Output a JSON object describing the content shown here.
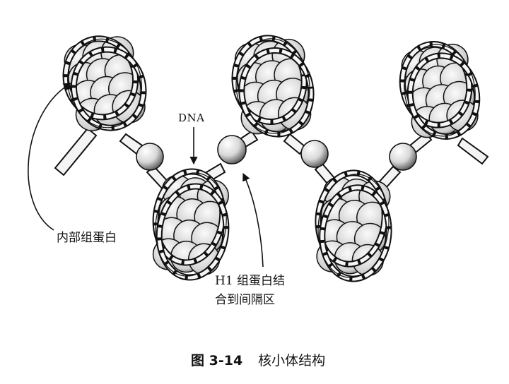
{
  "labels": {
    "dna": "DNA",
    "core_histone": "内部组蛋白",
    "h1_line1": "H1 组蛋白结",
    "h1_line2": "合到间隔区"
  },
  "caption": {
    "figure_number": "图 3-14",
    "title": "核小体结构"
  },
  "colors": {
    "ink": "#111111",
    "bead_fill": "#eeeeee",
    "background": "#ffffff"
  }
}
